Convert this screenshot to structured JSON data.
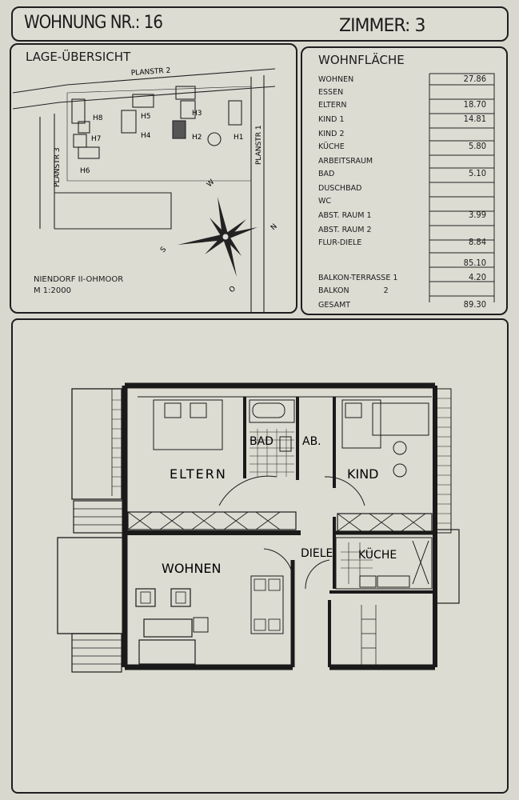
{
  "header": {
    "apartment": "WOHNUNG NR.: 16",
    "rooms": "ZIMMER: 3"
  },
  "site_plan": {
    "title": "LAGE-ÜBERSICHT",
    "streets": [
      "PLANSTR 2",
      "PLANSTR 3",
      "PLANSTR 1"
    ],
    "houses": [
      "H8",
      "H5",
      "H3",
      "H7",
      "H4",
      "H2",
      "H1",
      "H6"
    ],
    "compass": [
      "W",
      "N",
      "S",
      "O"
    ],
    "location": "NIENDORF II-OHMOOR",
    "scale": "M 1:2000"
  },
  "area_table": {
    "title": "WOHNFLÄCHE",
    "rows": [
      {
        "label": "WOHNEN",
        "value": "27.86"
      },
      {
        "label": "ESSEN",
        "value": ""
      },
      {
        "label": "ELTERN",
        "value": "18.70"
      },
      {
        "label": "KIND 1",
        "value": "14.81"
      },
      {
        "label": "KIND 2",
        "value": ""
      },
      {
        "label": "KÜCHE",
        "value": "5.80"
      },
      {
        "label": "ARBEITSRAUM",
        "value": ""
      },
      {
        "label": "BAD",
        "value": "5.10"
      },
      {
        "label": "DUSCHBAD",
        "value": ""
      },
      {
        "label": "WC",
        "value": ""
      },
      {
        "label": "ABST. RAUM 1",
        "value": "3.99"
      },
      {
        "label": "ABST. RAUM 2",
        "value": ""
      },
      {
        "label": "FLUR-DIELE",
        "value": "8.84"
      }
    ],
    "subtotal": "85.10",
    "balcony1_label": "BALKON-TERRASSE 1",
    "balcony1_value": "4.20",
    "balcony2_label": "BALKON 2",
    "total_label": "GESAMT",
    "total_value": "89.30"
  },
  "floor_plan": {
    "rooms": {
      "eltern": "ELTERN",
      "bad": "BAD",
      "ab": "AB.",
      "kind": "KIND",
      "wohnen": "WOHNEN",
      "diele": "DIELE",
      "kueche": "KÜCHE"
    }
  }
}
